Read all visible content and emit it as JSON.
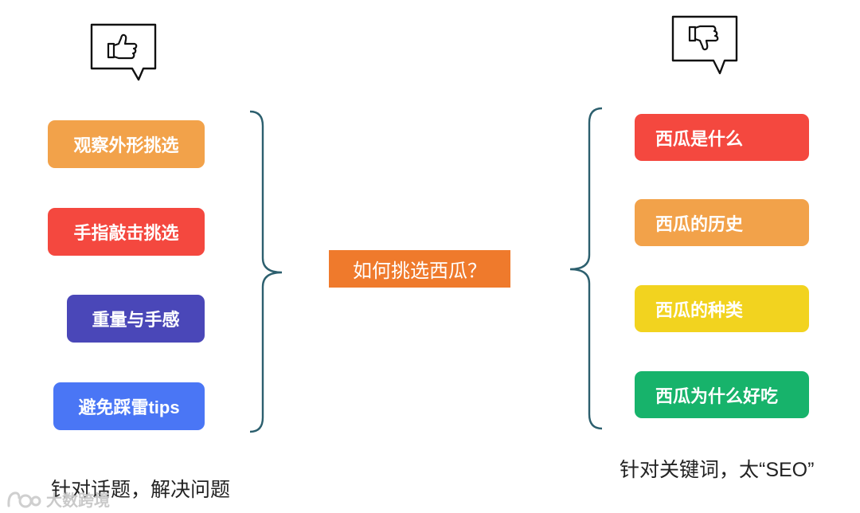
{
  "left_icon": "thumbs-up-speech-bubble-icon",
  "right_icon": "thumbs-down-speech-bubble-icon",
  "center": {
    "label": "如何挑选西瓜？",
    "color": "#ef7a2c"
  },
  "left_items": [
    {
      "label": "观察外形挑选",
      "color": "#f2a24a"
    },
    {
      "label": "手指敲击挑选",
      "color": "#f4483f"
    },
    {
      "label": "重量与手感",
      "color": "#4a47b8"
    },
    {
      "label": "避免踩雷tips",
      "color": "#4a76f5"
    }
  ],
  "right_items": [
    {
      "label": "西瓜是什么",
      "color": "#f4483f"
    },
    {
      "label": "西瓜的历史",
      "color": "#f2a24a"
    },
    {
      "label": "西瓜的种类",
      "color": "#f2d31f"
    },
    {
      "label": "西瓜为什么好吃",
      "color": "#17b36b"
    }
  ],
  "left_caption": "针对话题，解决问题",
  "right_caption": "针对关键词，太“SEO”",
  "watermark": {
    "icon": "company-logo-icon",
    "text": "大数跨境"
  }
}
